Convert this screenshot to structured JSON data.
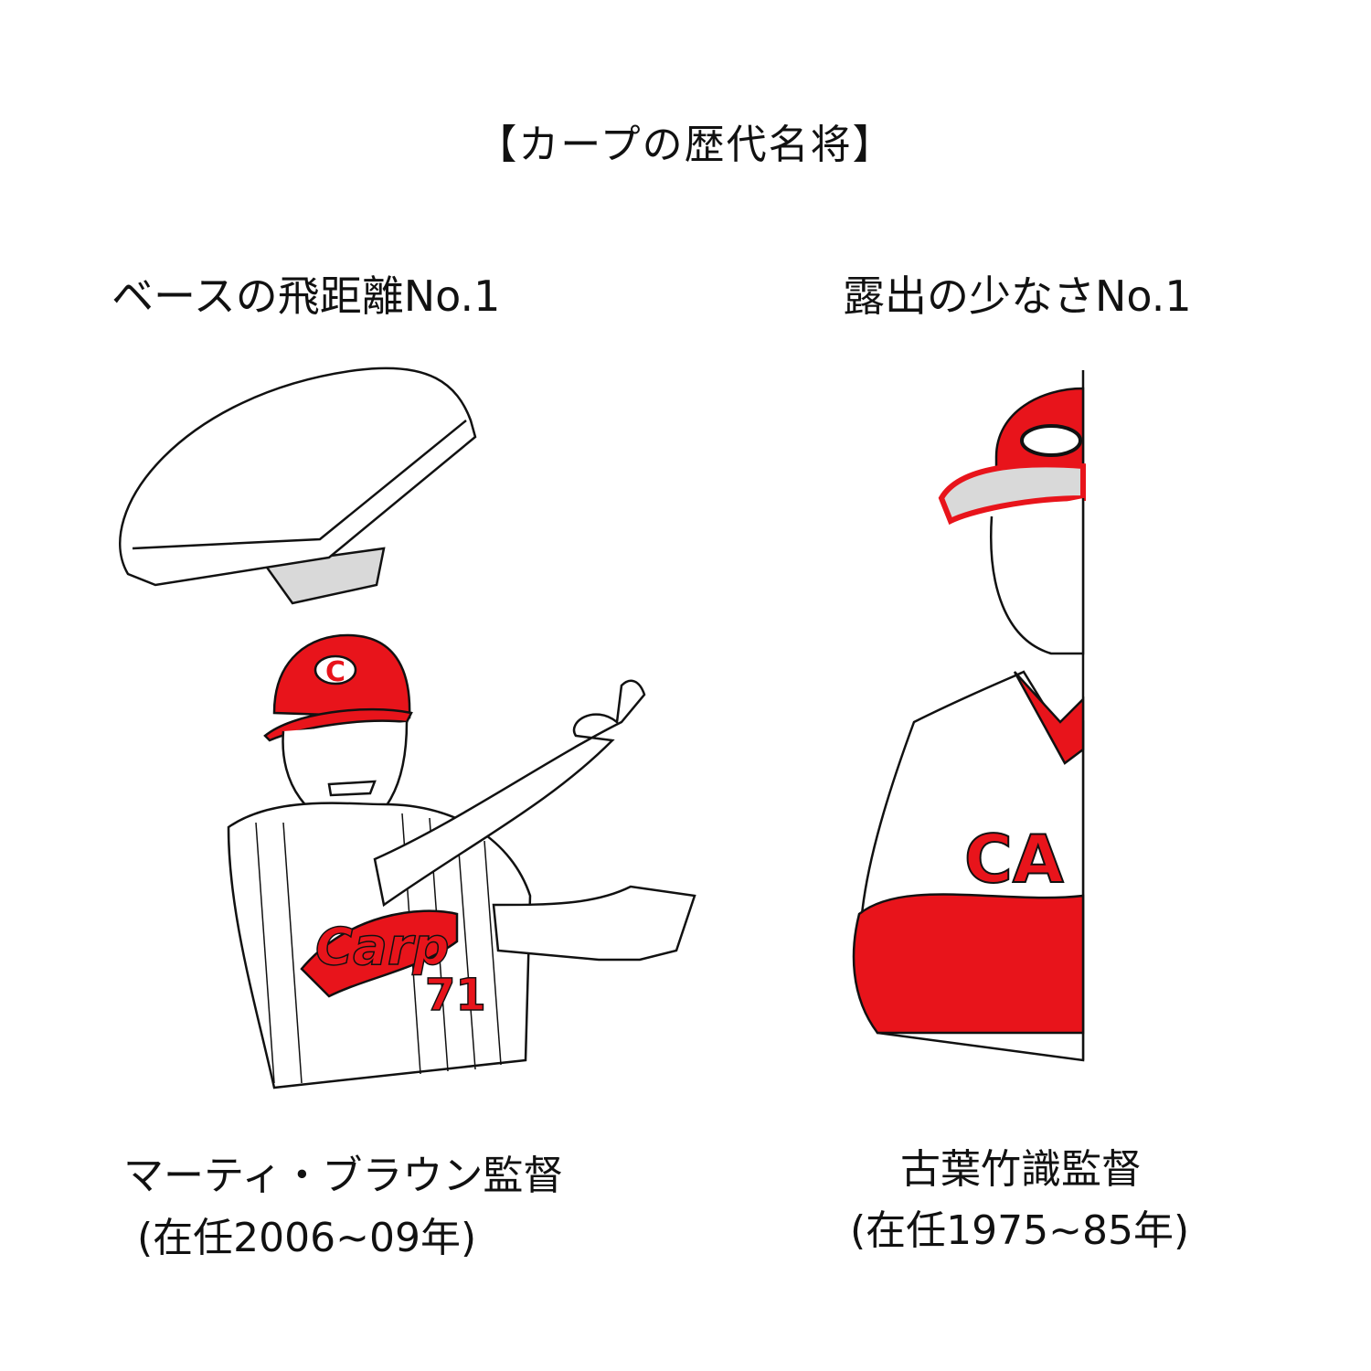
{
  "title": "【カープの歴代名将】",
  "left": {
    "heading": "ベースの飛距離No.1",
    "caption_name": "マーティ・ブラウン監督",
    "caption_term": "(在任2006~09年)",
    "jersey_script": "Carp",
    "jersey_number": "71",
    "cap_letter": "C"
  },
  "right": {
    "heading": "露出の少なさNo.1",
    "caption_name": "古葉竹識監督",
    "caption_term": "(在任1975~85年)",
    "jersey_letters": "CA"
  },
  "colors": {
    "red": "#e8141b",
    "gray": "#d9d9d9",
    "ink": "#111111"
  }
}
